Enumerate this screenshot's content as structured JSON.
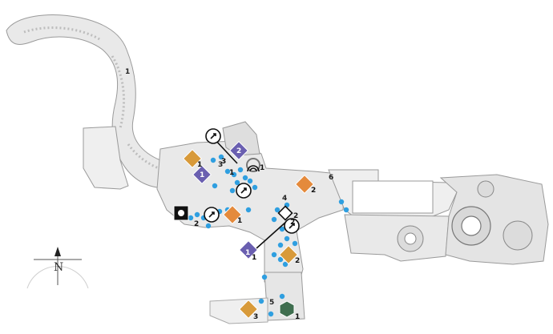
{
  "colors": {
    "floor": "#e9e9e9",
    "floor_dark": "#cfcfcf",
    "outline": "#9a9a9a",
    "dot": "#2f9fe0",
    "purple": "#6a5fb0",
    "orange": "#e48a3c",
    "gold": "#d89a3a",
    "green": "#3f6e4f",
    "black": "#111111"
  },
  "compass": {
    "label": "N"
  },
  "area_labels": [
    "1",
    "3",
    "4",
    "5",
    "6"
  ],
  "marker_labels": [
    "1",
    "2",
    "1",
    "1",
    "1",
    "2",
    "1",
    "2",
    "2",
    "1",
    "2",
    "3",
    "1",
    "3",
    "1",
    "2"
  ],
  "icons": [
    "purple-diamond-icon",
    "orange-diamond-icon",
    "gold-diamond-icon",
    "green-hexagon-icon",
    "black-square-icon",
    "target-arrow-icon",
    "compass-icon"
  ]
}
